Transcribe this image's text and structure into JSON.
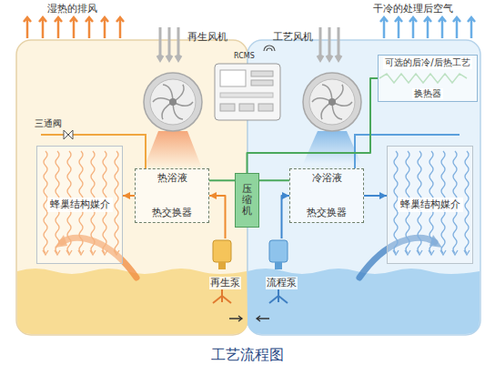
{
  "diagram": {
    "caption": "工艺流程图",
    "nodes": [
      {
        "text": [
          "蜂巢结构媒介"
        ]
      },
      {
        "text": [
          "热浴液",
          "热交换器"
        ]
      },
      {
        "text": [
          "压缩机"
        ]
      },
      {
        "text": [
          "冷浴液",
          "热交换器"
        ]
      },
      {
        "text": [
          "可选的后冷/后热工艺",
          "换热器"
        ]
      },
      {
        "text": [
          "蜂巢结构媒介"
        ]
      },
      {
        "text": [
          "再生泵"
        ]
      },
      {
        "text": [
          "流程泵"
        ]
      }
    ],
    "edges": [
      {
        "from": 6,
        "to": 1,
        "arrow": "to"
      },
      {
        "from": 1,
        "to": 0,
        "arrow": "to"
      },
      {
        "from": 7,
        "to": 3,
        "arrow": "to"
      },
      {
        "from": 3,
        "to": 5,
        "arrow": "to"
      },
      {
        "from": 2,
        "to": 1,
        "arrow": "none"
      },
      {
        "from": 2,
        "to": 3,
        "arrow": "none"
      },
      {
        "from": 2,
        "to": 4,
        "arrow": "none"
      }
    ],
    "labels": [
      "湿热的排风",
      "再生风机",
      "RCMS",
      "工艺风机",
      "干冷的处理后空气",
      "三通阀"
    ]
  }
}
